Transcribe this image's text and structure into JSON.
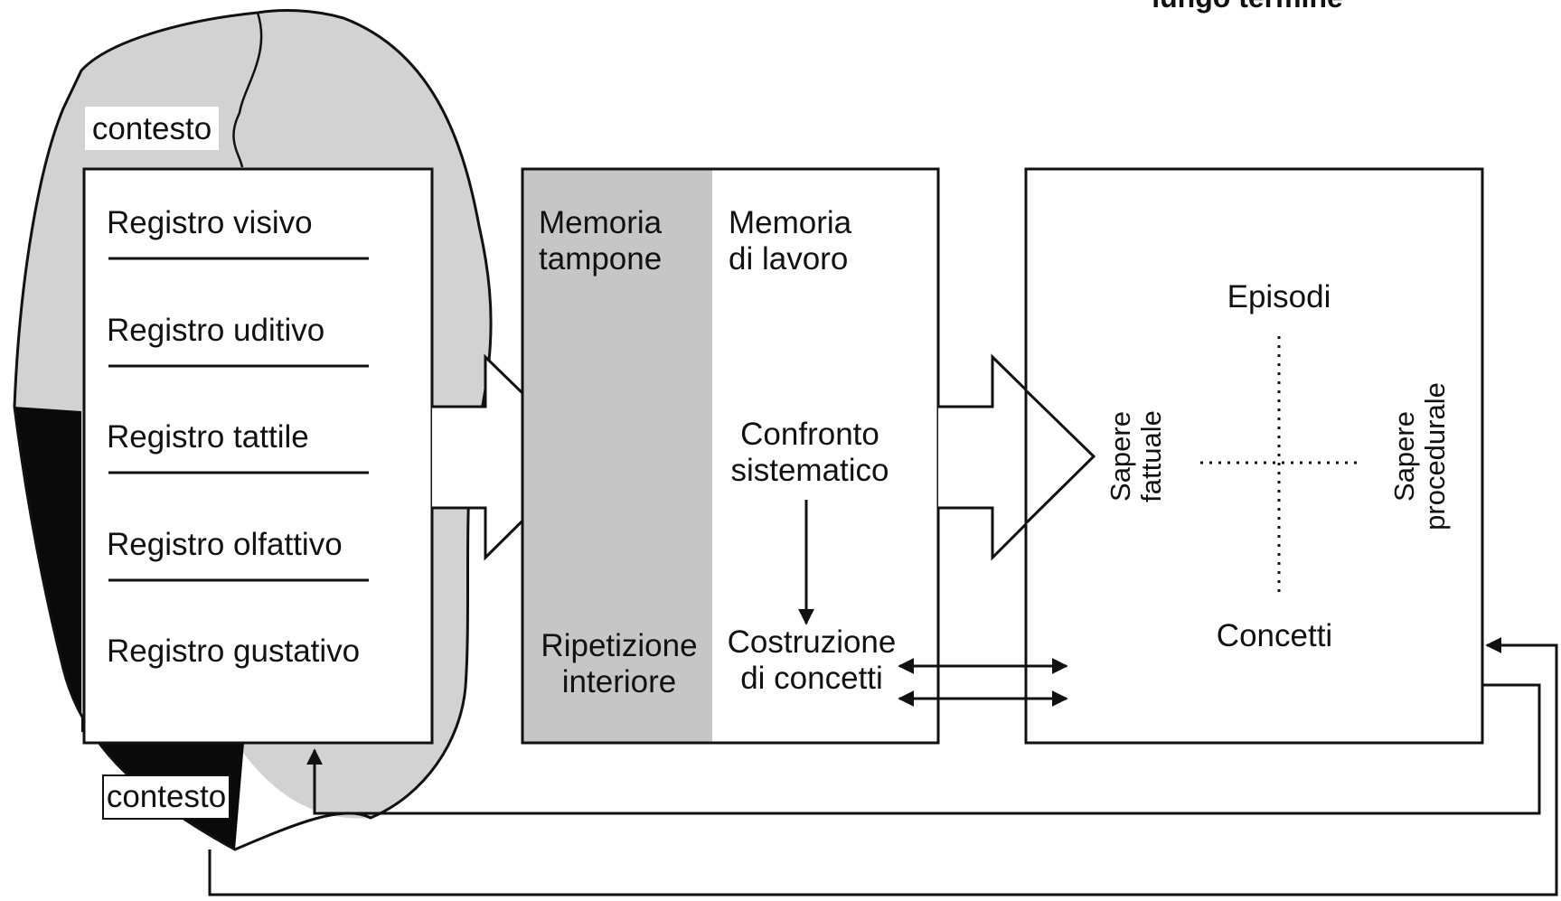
{
  "header": {
    "partial_title": "lungo termine"
  },
  "head": {
    "context_top": "contesto",
    "context_bottom": "contesto"
  },
  "sensory_registers": {
    "items": [
      "Registro visivo",
      "Registro uditivo",
      "Registro tattile",
      "Registro olfattivo",
      "Registro gustativo"
    ]
  },
  "short_term": {
    "buffer_line1": "Memoria",
    "buffer_line2": "tampone",
    "working_line1": "Memoria",
    "working_line2": "di lavoro",
    "comparison_line1": "Confronto",
    "comparison_line2": "sistematico",
    "rehearsal_line1": "Ripetizione",
    "rehearsal_line2": "interiore",
    "construction_line1": "Costruzione",
    "construction_line2": "di concetti"
  },
  "long_term": {
    "episodes": "Episodi",
    "concepts": "Concetti",
    "factual_line1": "Sapere",
    "factual_line2": "fattuale",
    "procedural_line1": "Sapere",
    "procedural_line2": "procedurale"
  },
  "colors": {
    "ink": "#111111",
    "buffer_fill": "#c6c6c6",
    "head_light": "#d2d2d2",
    "head_dark": "#0a0a0a",
    "background": "#ffffff"
  }
}
